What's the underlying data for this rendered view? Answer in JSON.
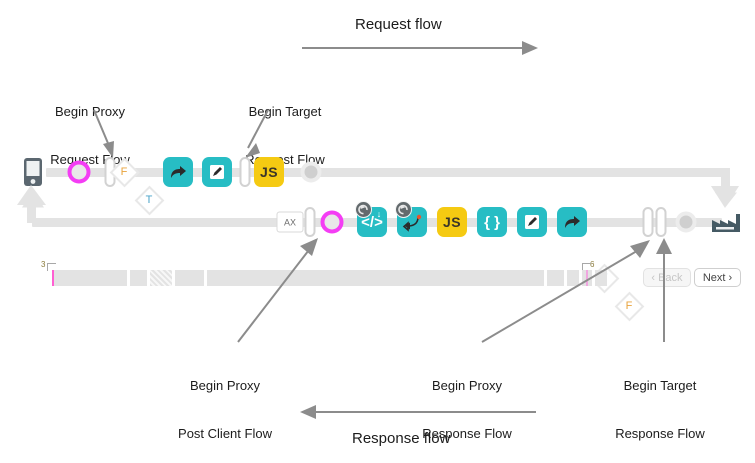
{
  "diagram": {
    "title_request": "Request flow",
    "title_response": "Response flow"
  },
  "annotations": [
    {
      "id": "begin-proxy-request-flow",
      "line1": "Begin Proxy",
      "line2": "Request Flow"
    },
    {
      "id": "begin-target-request-flow",
      "line1": "Begin Target",
      "line2": "Request Flow"
    },
    {
      "id": "begin-proxy-post-client-flow",
      "line1": "Begin Proxy",
      "line2": "Post Client Flow"
    },
    {
      "id": "begin-proxy-response-flow",
      "line1": "Begin Proxy",
      "line2": "Response Flow"
    },
    {
      "id": "begin-target-response-flow",
      "line1": "Begin Target",
      "line2": "Response Flow"
    }
  ],
  "request_row": {
    "nodes": [
      {
        "name": "client-device-icon",
        "type": "phone",
        "label": ""
      },
      {
        "name": "request-start-marker",
        "type": "pink-ring",
        "label": ""
      },
      {
        "name": "proxy-request-flow-bar",
        "type": "pill",
        "label": ""
      },
      {
        "name": "condition-f-diamond",
        "type": "diamond",
        "label": "F"
      },
      {
        "name": "condition-t-diamond",
        "type": "diamond",
        "label": "T"
      },
      {
        "name": "assign-message-policy",
        "type": "teal-square",
        "label": "",
        "icon": "share-arrow-icon"
      },
      {
        "name": "edit-policy",
        "type": "teal-square",
        "label": "",
        "icon": "pencil-icon"
      },
      {
        "name": "target-request-flow-bar",
        "type": "pill",
        "label": ""
      },
      {
        "name": "javascript-policy",
        "type": "yellow-square",
        "label": "JS"
      },
      {
        "name": "request-end-node",
        "type": "gray-circle",
        "label": ""
      }
    ]
  },
  "response_row": {
    "nodes": [
      {
        "name": "analytics-node",
        "type": "ax-box",
        "label": "AX"
      },
      {
        "name": "post-client-flow-bar",
        "type": "pill",
        "label": ""
      },
      {
        "name": "response-start-marker",
        "type": "pink-ring",
        "label": ""
      },
      {
        "name": "xml-policy",
        "type": "teal-square",
        "label": "",
        "icon": "code-icon",
        "badge": "retry-icon"
      },
      {
        "name": "raise-fault-policy",
        "type": "teal-square",
        "label": "",
        "icon": "return-arrow-icon",
        "badge": "retry-icon"
      },
      {
        "name": "javascript-policy",
        "type": "yellow-square",
        "label": "JS"
      },
      {
        "name": "json-policy",
        "type": "teal-square",
        "label": "",
        "icon": "braces-icon"
      },
      {
        "name": "edit-policy",
        "type": "teal-square",
        "label": "",
        "icon": "pencil-icon"
      },
      {
        "name": "assign-message-policy",
        "type": "teal-square",
        "label": "",
        "icon": "share-arrow-icon"
      },
      {
        "name": "condition-t-diamond",
        "type": "diamond",
        "label": "T"
      },
      {
        "name": "condition-f-diamond",
        "type": "diamond",
        "label": "F"
      },
      {
        "name": "proxy-response-flow-bar",
        "type": "pill",
        "label": ""
      },
      {
        "name": "target-response-flow-bar",
        "type": "pill",
        "label": ""
      },
      {
        "name": "response-end-node",
        "type": "gray-circle",
        "label": ""
      },
      {
        "name": "backend-target-icon",
        "type": "factory",
        "label": ""
      }
    ]
  },
  "timeline": {
    "tick_left": "3",
    "tick_right": "6",
    "back_label": "Back",
    "next_label": "Next",
    "back_chevron": "‹",
    "next_chevron": "›"
  },
  "colors": {
    "teal": "#27bdc4",
    "yellow": "#f5ca12",
    "pink": "#f43df4",
    "track": "#e3e3e3",
    "arrow": "#8c8c8c",
    "badge": "#636a6d",
    "factory": "#455a64"
  }
}
